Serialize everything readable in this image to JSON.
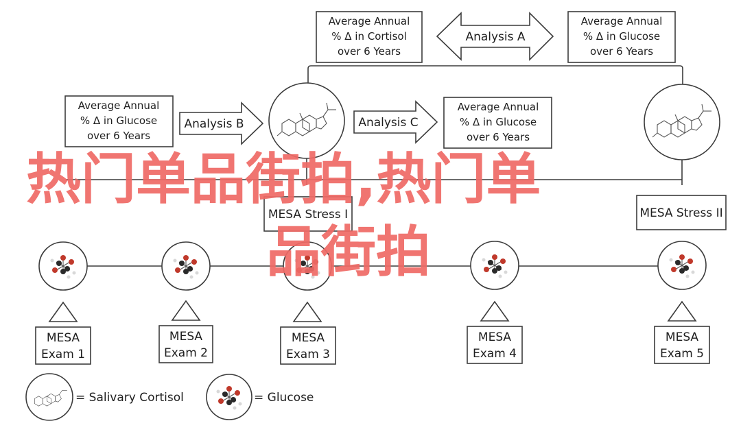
{
  "top_boxes": {
    "cortisol_change": [
      "Average Annual",
      "% Δ in Cortisol",
      "over 6 Years"
    ],
    "analysis_a": "Analysis A",
    "glucose_change_top": [
      "Average Annual",
      "% Δ in Glucose",
      "over 6 Years"
    ]
  },
  "middle": {
    "glucose_change_left": [
      "Average Annual",
      "% Δ in Glucose",
      "over 6 Years"
    ],
    "analysis_b": "Analysis B",
    "analysis_c": "Analysis C",
    "glucose_change_right": [
      "Average Annual",
      "% Δ in Glucose",
      "over 6 Years"
    ]
  },
  "stress": {
    "left": "MESA Stress I",
    "right": "MESA Stress II"
  },
  "exams": [
    {
      "line1": "MESA",
      "line2": "Exam 1"
    },
    {
      "line1": "MESA",
      "line2": "Exam 2"
    },
    {
      "line1": "MESA",
      "line2": "Exam 3"
    },
    {
      "line1": "MESA",
      "line2": "Exam 4"
    },
    {
      "line1": "MESA",
      "line2": "Exam 5"
    }
  ],
  "legend": {
    "cortisol": "= Salivary Cortisol",
    "glucose": "= Glucose"
  },
  "watermark": {
    "line1": "热门单品街拍,热门单",
    "line2": "品街拍"
  },
  "colors": {
    "stroke": "#3c3c3c",
    "watermark": "#ef6a66",
    "atom_red": "#c0392b"
  }
}
